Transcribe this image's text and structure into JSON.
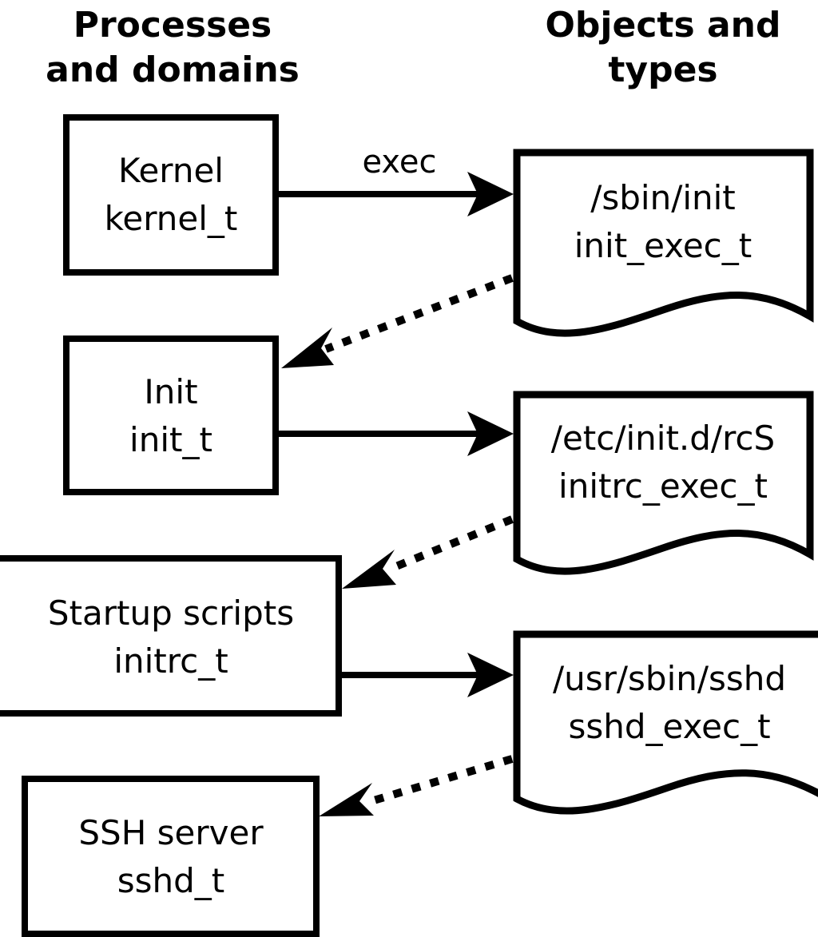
{
  "diagram": {
    "title_columns": {
      "left": {
        "line1": "Processes",
        "line2": "and domains"
      },
      "right": {
        "line1": "Objects and",
        "line2": "types"
      }
    },
    "colors": {
      "background": "#ffffff",
      "stroke": "#000000",
      "text": "#000000"
    },
    "process_nodes": [
      {
        "id": "kernel",
        "line1": "Kernel",
        "line2": "kernel_t"
      },
      {
        "id": "init",
        "line1": "Init",
        "line2": "init_t"
      },
      {
        "id": "initrc",
        "line1": "Startup scripts",
        "line2": "initrc_t"
      },
      {
        "id": "sshd",
        "line1": "SSH server",
        "line2": "sshd_t"
      }
    ],
    "object_nodes": [
      {
        "id": "init_exec",
        "line1": "/sbin/init",
        "line2": "init_exec_t"
      },
      {
        "id": "initrc_exec",
        "line1": "/etc/init.d/rcS",
        "line2": "initrc_exec_t"
      },
      {
        "id": "sshd_exec",
        "line1": "/usr/sbin/sshd",
        "line2": "sshd_exec_t"
      }
    ],
    "edges": [
      {
        "id": "kernel-to-init_exec",
        "from": "kernel",
        "to": "init_exec",
        "style": "solid",
        "label": "exec"
      },
      {
        "id": "init_exec-to-init",
        "from": "init_exec",
        "to": "init",
        "style": "dotted",
        "label": ""
      },
      {
        "id": "init-to-initrc_exec",
        "from": "init",
        "to": "initrc_exec",
        "style": "solid",
        "label": ""
      },
      {
        "id": "initrc_exec-to-initrc",
        "from": "initrc_exec",
        "to": "initrc",
        "style": "dotted",
        "label": ""
      },
      {
        "id": "initrc-to-sshd_exec",
        "from": "initrc",
        "to": "sshd_exec",
        "style": "solid",
        "label": ""
      },
      {
        "id": "sshd_exec-to-sshd",
        "from": "sshd_exec",
        "to": "sshd",
        "style": "dotted",
        "label": ""
      }
    ]
  }
}
